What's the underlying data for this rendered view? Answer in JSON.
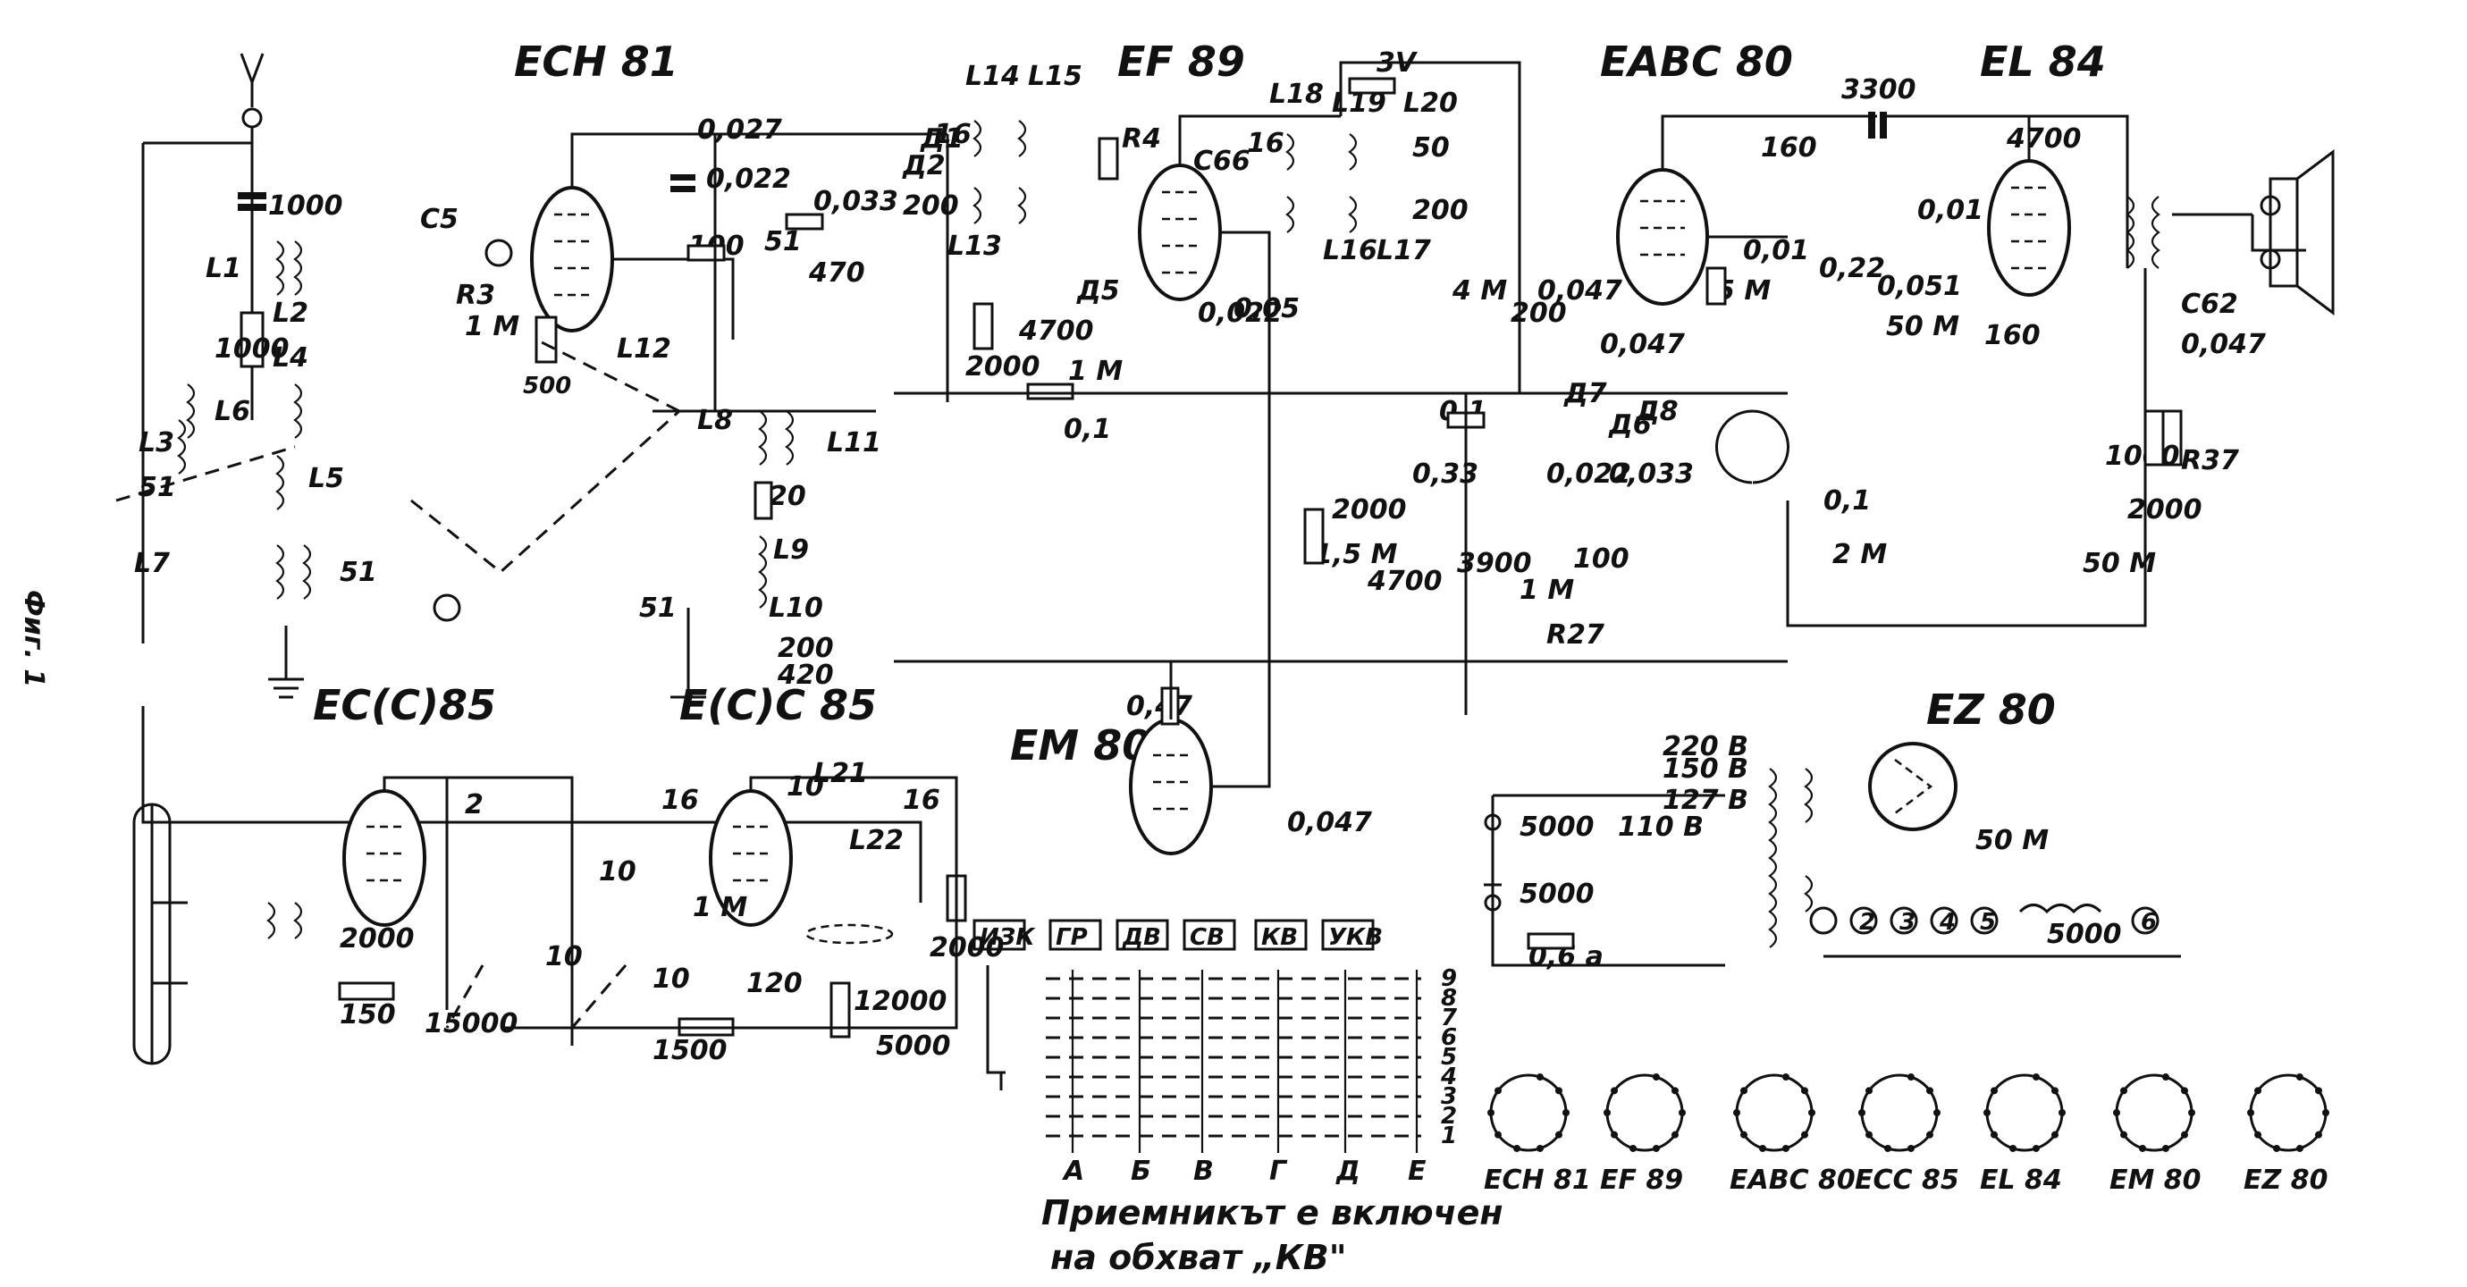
{
  "tubes": {
    "ech81": "ECH 81",
    "ef89": "EF 89",
    "eabc80": "EABC 80",
    "el84": "EL 84",
    "em80": "EM 80",
    "ez80": "EZ 80",
    "ecc85a": "EC(C)85",
    "ecc85b": "E(C)C 85"
  },
  "labels": {
    "l1": "L1",
    "l2": "L2",
    "l3": "L3",
    "l4": "L4",
    "l5": "L5",
    "l6": "L6",
    "l7": "L7",
    "l8": "L8",
    "l9": "L9",
    "l10": "L10",
    "l11": "L11",
    "l12": "L12",
    "l13": "L13",
    "l14": "L14",
    "l15": "L15",
    "l16": "L16",
    "l17": "L17",
    "l18": "L18",
    "l19": "L19",
    "l20": "L20",
    "l21": "L21",
    "l22": "L22",
    "r3": "R3",
    "r4": "R4",
    "r27": "R27",
    "r37": "R37",
    "c5": "C5",
    "c62": "C62",
    "c66": "C66",
    "d1": "Д1",
    "d2": "Д2",
    "d5": "Д5",
    "d6": "Д6",
    "d7": "Д7",
    "d8": "Д8"
  },
  "values": {
    "v1000": "1000",
    "v0027": "0,027",
    "v0022": "0,022",
    "v0033a": "0,033",
    "v470": "470",
    "v100a": "100",
    "v51a": "51",
    "v1m": "1 M",
    "v500": "500",
    "v0033b": "0,033",
    "v16a": "16",
    "v200a": "200",
    "v2000a": "2000",
    "v4700a": "4700",
    "v01": "0,1",
    "v1mb": "1 M",
    "v0022b": "0,022",
    "v005": "0,05",
    "v3v": "3V",
    "v50": "50",
    "v160": "160",
    "v200b": "200",
    "v3300": "3300",
    "v4700b": "4700",
    "v001a": "0,01",
    "v5m": "5 M",
    "v022": "0,22",
    "v0051": "0,051",
    "v001b": "0,01",
    "v50m": "50 M",
    "v0047": "0,047",
    "v0047b": "0,047",
    "v4m": "4 M",
    "v15m": "1,5 M",
    "v2000b": "2000",
    "v033": "0,33",
    "v4700c": "4700",
    "v3900": "3900",
    "v2m": "2 M",
    "v5000a": "5000",
    "v5000b": "5000",
    "v06a": "0,6 a",
    "v50mb": "50 M",
    "v5000c": "5000",
    "v2000c": "2000",
    "v12000": "12000",
    "v5000d": "5000",
    "v1500": "1500",
    "v15000": "15000",
    "v150": "150",
    "v120": "120",
    "v10": "10",
    "v047": "0,47",
    "v0047c": "0,047",
    "v420": "420",
    "v20": "20",
    "v1000b": "1000",
    "v2000d": "2000",
    "v50mc": "50 M"
  },
  "mains": {
    "v220": "220 B",
    "v150": "150 B",
    "v127": "127 B",
    "v110": "110 B"
  },
  "switch_tabs": [
    "ИЗК",
    "ГР",
    "ДВ",
    "СВ",
    "КВ",
    "УКВ"
  ],
  "switch_cols": [
    "A",
    "Б",
    "B",
    "Г",
    "Д",
    "E"
  ],
  "switch_rows": [
    "9",
    "8",
    "7",
    "6",
    "5",
    "4",
    "3",
    "2",
    "1"
  ],
  "caption_line1": "Приемникът е включен",
  "caption_line2": "на обхват „КВ\"",
  "side_label": "Фиг. 1",
  "basing": [
    "ECH 81",
    "EF 89",
    "EABC 80",
    "ECC 85",
    "EL 84",
    "EM 80",
    "EZ 80"
  ]
}
